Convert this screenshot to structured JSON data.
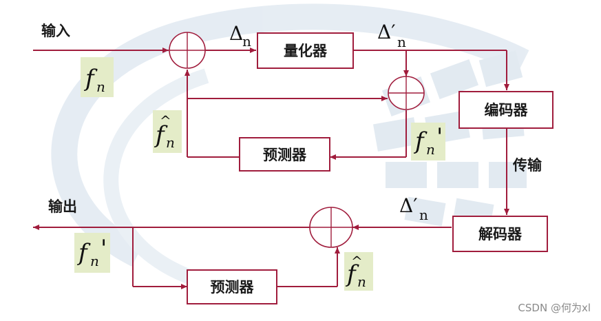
{
  "labels": {
    "input": "输入",
    "output": "输出",
    "transmission": "传输"
  },
  "blocks": {
    "quantizer": "量化器",
    "predictor_top": "预测器",
    "encoder": "编码器",
    "decoder": "解码器",
    "predictor_bottom": "预测器"
  },
  "symbols": {
    "f": "f",
    "n": "n",
    "prime": "'",
    "delta": "Δ",
    "delta_prime": "Δ′",
    "hat": "^"
  },
  "watermark": "CSDN @何为xl",
  "colors": {
    "wire": "#a01c3c",
    "chip": "#e4ecc8",
    "background_logo": "#dde7ef"
  }
}
